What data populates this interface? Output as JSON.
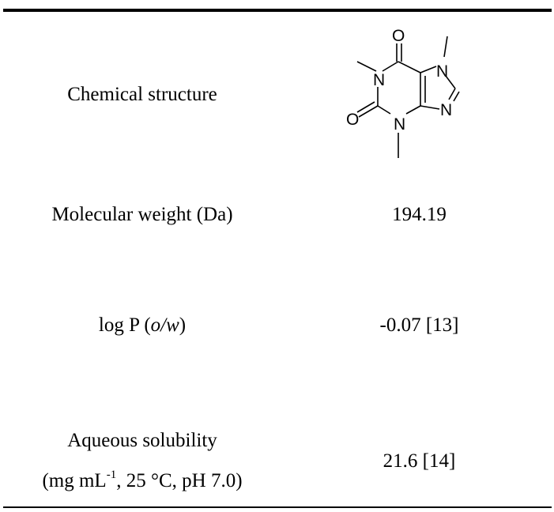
{
  "table": {
    "rows": [
      {
        "label": "Chemical structure",
        "value": ""
      },
      {
        "label": "Molecular weight (Da)",
        "value": "194.19"
      },
      {
        "label_prefix": "log P (",
        "label_italic": "o/w",
        "label_suffix": ")",
        "value": "-0.07 [13]"
      },
      {
        "label_line1": "Aqueous solubility",
        "label_line2_prefix": "(mg mL",
        "label_line2_sup": "-1",
        "label_line2_suffix": ", 25 °C, pH 7.0)",
        "value": "21.6 [14]"
      }
    ]
  },
  "structure": {
    "icon": "caffeine-structure-icon",
    "atoms": [
      "O",
      "N",
      "N",
      "N",
      "N",
      "O"
    ]
  }
}
